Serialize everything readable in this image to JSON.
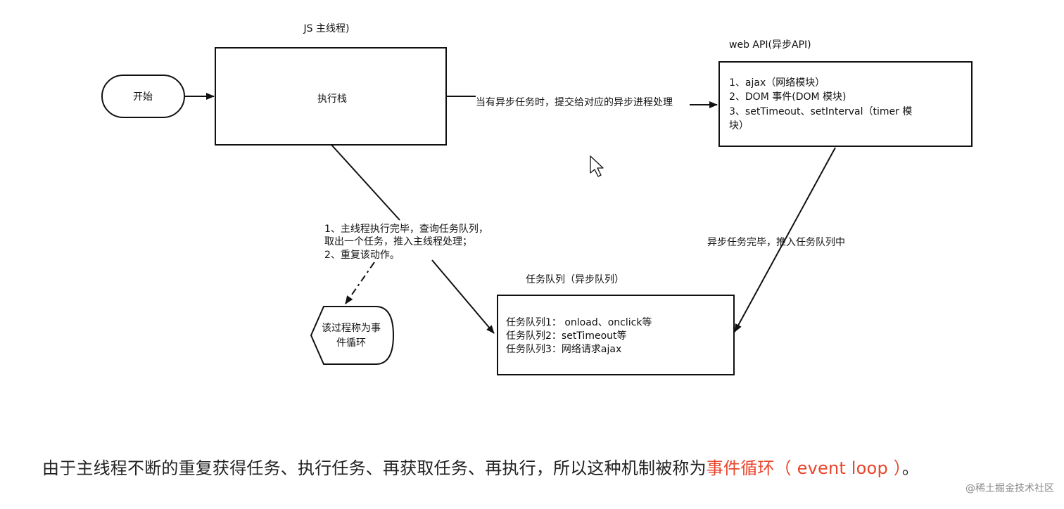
{
  "nodes": {
    "main_thread_title": "JS 主线程)",
    "start": "开始",
    "exec_stack": "执行栈",
    "web_api_title": "web API(异步API)",
    "web_api_items": [
      "1、ajax（网络模块）",
      "2、DOM 事件(DOM 模块)",
      "3、setTimeout、setInterval（timer 模",
      "块）"
    ],
    "task_queue_title": "任务队列（异步队列）",
    "task_queue_items": [
      "任务队列1： onload、onclick等",
      "任务队列2：setTimeout等",
      "任务队列3：网络请求ajax"
    ],
    "event_loop_node_lines": [
      "该过程称为事",
      "件循环"
    ]
  },
  "edges": {
    "submit_async": "当有异步任务时，提交给对应的异步进程处理",
    "async_done": "异步任务完毕，推入任务队列中",
    "main_thread_steps": [
      "1、主线程执行完毕，查询任务队列，",
      "取出一个任务，推入主线程处理；",
      "2、重复该动作。"
    ]
  },
  "caption": {
    "text": "由于主线程不断的重复获得任务、执行任务、再获取任务、再执行，所以这种机制被称为",
    "highlight": "事件循环（ event loop ）",
    "end": "。",
    "highlight_color": "#e8452c"
  },
  "watermark": "@稀土掘金技术社区",
  "cursor_icon": "mouse-pointer-icon"
}
